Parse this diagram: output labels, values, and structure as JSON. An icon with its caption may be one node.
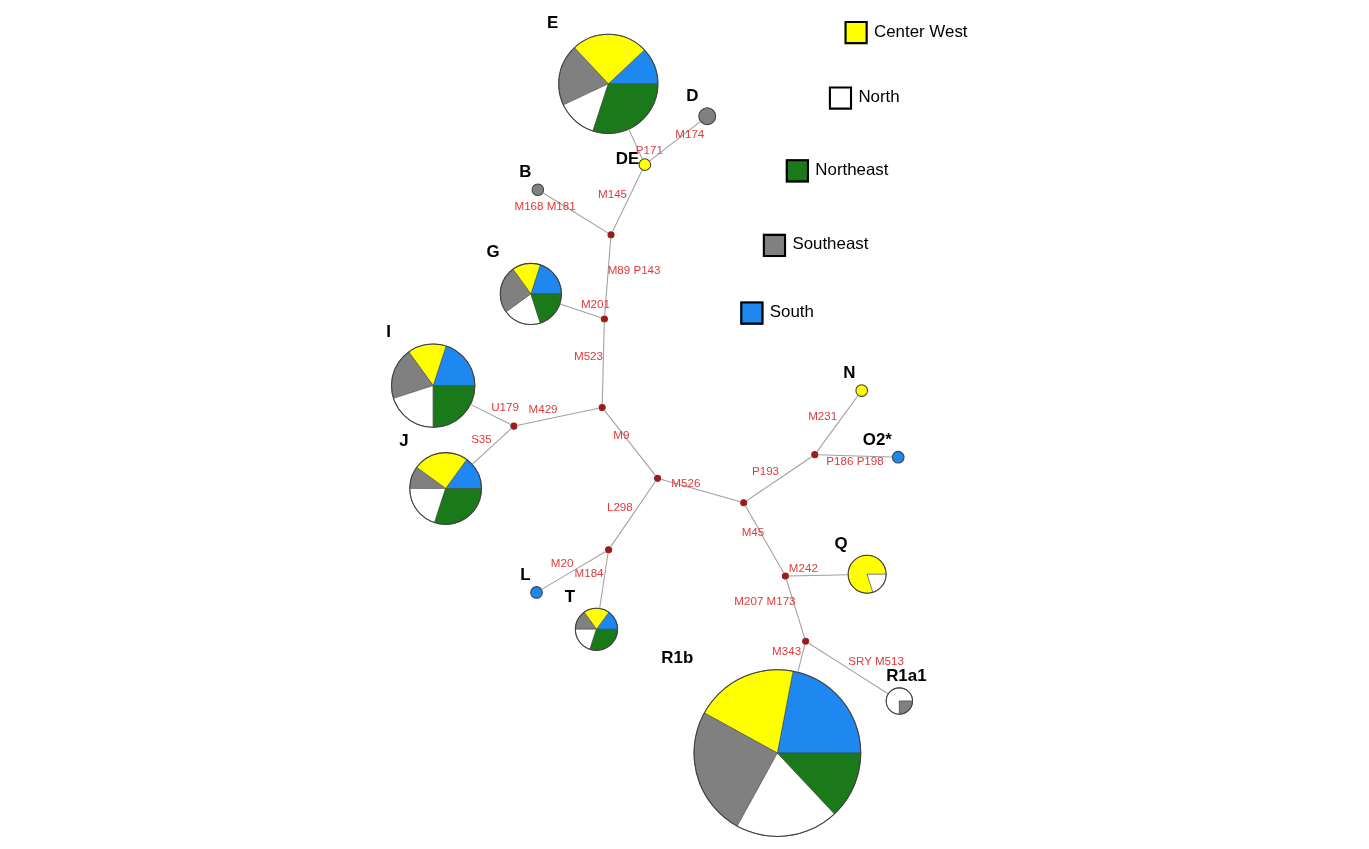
{
  "diagram": {
    "nodes": [
      {
        "text": [
          "R1b"
        ]
      },
      {
        "text": [
          "T"
        ]
      },
      {
        "text": [
          "L"
        ]
      },
      {
        "text": [
          "I"
        ]
      },
      {
        "text": [
          "Q"
        ]
      },
      {
        "text": [
          "J"
        ]
      },
      {
        "text": [],
        "shape": "dot"
      },
      {
        "text": [],
        "shape": "dot"
      },
      {
        "text": [],
        "shape": "dot"
      },
      {
        "text": [],
        "shape": "dot"
      },
      {
        "text": [],
        "shape": "dot"
      },
      {
        "text": [],
        "shape": "dot"
      },
      {
        "text": [],
        "shape": "dot"
      },
      {
        "text": [],
        "shape": "dot"
      },
      {
        "text": [
          "B"
        ]
      },
      {
        "text": [],
        "shape": "dot"
      },
      {
        "text": [
          "R1a1"
        ]
      },
      {
        "text": [
          "O2*"
        ]
      },
      {
        "text": [
          "N"
        ]
      },
      {
        "text": [],
        "shape": "dot"
      },
      {
        "text": [
          "DE"
        ]
      },
      {
        "text": [
          "G"
        ]
      },
      {
        "text": [
          "E"
        ]
      },
      {
        "text": [
          "D"
        ]
      }
    ],
    "edges": [
      {
        "from": 0,
        "to": 12,
        "arrow": "none",
        "label": "M343"
      },
      {
        "from": 12,
        "to": 16,
        "arrow": "none",
        "label": "SRY M513"
      },
      {
        "from": 8,
        "to": 12,
        "arrow": "none",
        "label": "M207 M173"
      },
      {
        "from": 4,
        "to": 8,
        "arrow": "none",
        "label": "M242"
      },
      {
        "from": 8,
        "to": 9,
        "arrow": "none",
        "label": "M45"
      },
      {
        "from": 9,
        "to": 10,
        "arrow": "none",
        "label": "M526"
      },
      {
        "from": 9,
        "to": 13,
        "arrow": "none",
        "label": "P193"
      },
      {
        "from": 13,
        "to": 17,
        "arrow": "none",
        "label": "P186 P198"
      },
      {
        "from": 13,
        "to": 18,
        "arrow": "none",
        "label": "M231"
      },
      {
        "from": 10,
        "to": 6,
        "arrow": "none",
        "label": "L298"
      },
      {
        "from": 1,
        "to": 6,
        "arrow": "none",
        "label": "M184"
      },
      {
        "from": 2,
        "to": 6,
        "arrow": "none",
        "label": "M20"
      },
      {
        "from": 10,
        "to": 11,
        "arrow": "none",
        "label": "M9"
      },
      {
        "from": 11,
        "to": 7,
        "arrow": "none",
        "label": "M429"
      },
      {
        "from": 3,
        "to": 7,
        "arrow": "none",
        "label": "U179"
      },
      {
        "from": 7,
        "to": 5,
        "arrow": "none",
        "label": "S35"
      },
      {
        "from": 11,
        "to": 15,
        "arrow": "none",
        "label": "M523"
      },
      {
        "from": 15,
        "to": 21,
        "arrow": "none",
        "label": "M201"
      },
      {
        "from": 15,
        "to": 19,
        "arrow": "none",
        "label": "M89 P143"
      },
      {
        "from": 19,
        "to": 14,
        "arrow": "none",
        "label": "M168 M181"
      },
      {
        "from": 19,
        "to": 20,
        "arrow": "none",
        "label": "M145"
      },
      {
        "from": 20,
        "to": 23,
        "arrow": "none",
        "label": "M174"
      },
      {
        "from": 20,
        "to": 22,
        "arrow": "none",
        "label": "P171"
      }
    ],
    "legend": [
      {
        "text": "South",
        "color": "#1e88f0"
      },
      {
        "text": "Southeast",
        "color": "#808080"
      },
      {
        "text": "Northeast",
        "color": "#1a7a1a"
      },
      {
        "text": "North",
        "color": "#ffffff"
      },
      {
        "text": "Center West",
        "color": "#ffff00"
      }
    ]
  }
}
